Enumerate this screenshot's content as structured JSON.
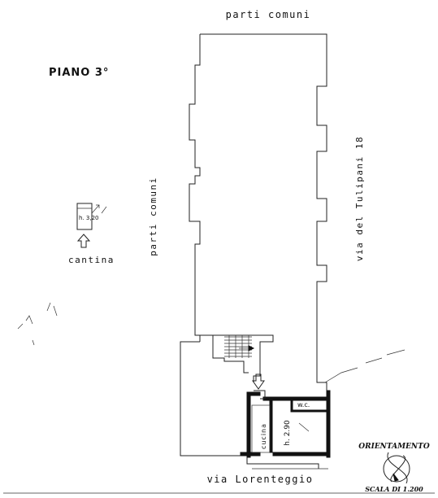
{
  "labels": {
    "top": "parti comuni",
    "floor": "PIANO 3°",
    "left": "parti comuni",
    "right": "via del Tulipani 18",
    "bottom": "via Lorenteggio",
    "cellar": "cantina",
    "cellar_height": "h. 3,20",
    "kitchen": "cucina",
    "room_height": "h. 2.90",
    "wc": "w.c.",
    "orientation": "ORIENTAMENTO",
    "scale": "SCALA DI 1.200"
  }
}
